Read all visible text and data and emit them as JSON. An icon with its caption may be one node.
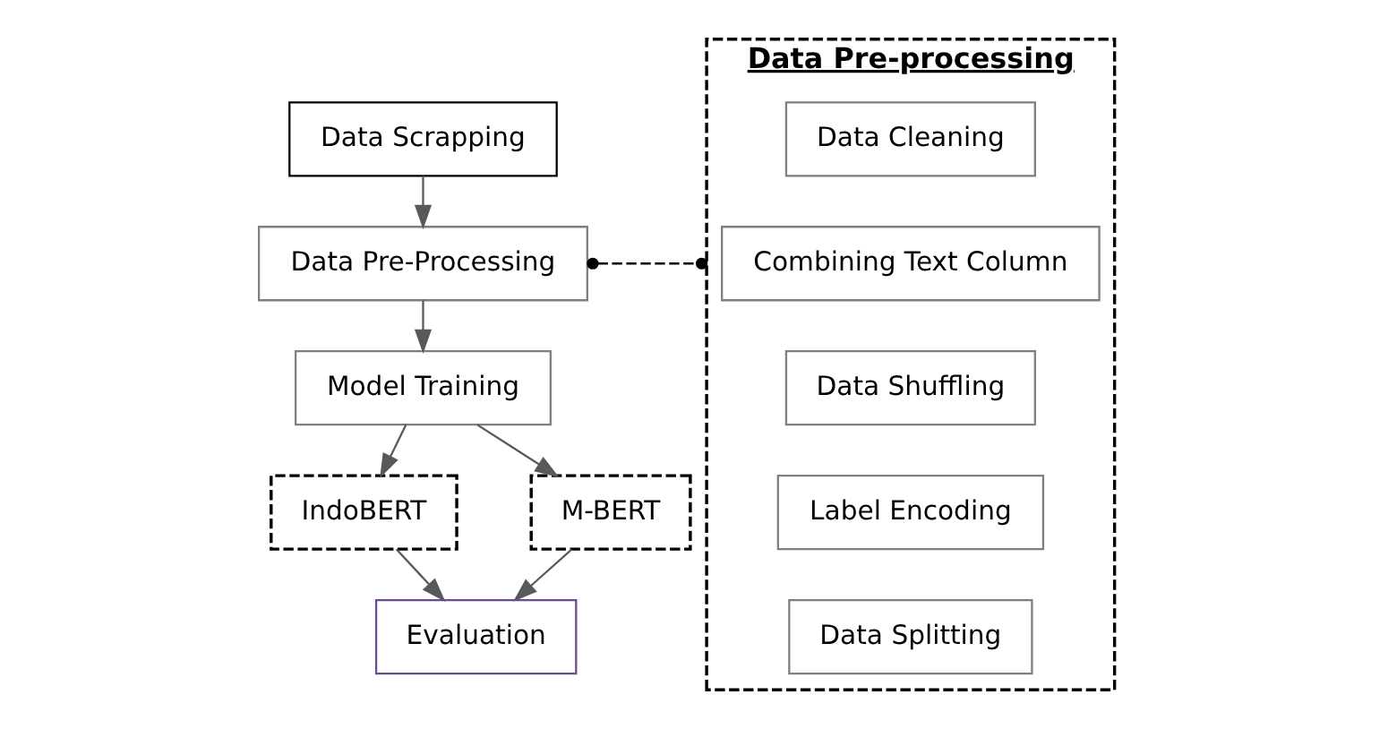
{
  "diagram": {
    "nodes": [
      {
        "text": [
          "Data Scrapping"
        ]
      },
      {
        "text": [
          "Data Pre-Processing"
        ]
      },
      {
        "text": [
          "Model Training"
        ]
      },
      {
        "text": [
          "IndoBERT"
        ]
      },
      {
        "text": [
          "M-BERT"
        ]
      },
      {
        "text": [
          "Evaluation"
        ]
      },
      {
        "text": [
          "Data Pre-processing"
        ]
      },
      {
        "text": [
          "Data Cleaning"
        ],
        "in": 6
      },
      {
        "text": [
          "Combining Text Column"
        ],
        "in": 6
      },
      {
        "text": [
          "Data Shuffling"
        ],
        "in": 6
      },
      {
        "text": [
          "Label Encoding"
        ],
        "in": 6
      },
      {
        "text": [
          "Data Splitting"
        ],
        "in": 6
      }
    ],
    "edges": [
      {
        "from": 0,
        "to": 1,
        "arrow": "to"
      },
      {
        "from": 1,
        "to": 2,
        "arrow": "to"
      },
      {
        "from": 2,
        "to": 3,
        "arrow": "to"
      },
      {
        "from": 2,
        "to": 4,
        "arrow": "to"
      },
      {
        "from": 3,
        "to": 5,
        "arrow": "to"
      },
      {
        "from": 4,
        "to": 5,
        "arrow": "to"
      },
      {
        "from": 1,
        "to": 6,
        "arrow": "other",
        "style": "dashed",
        "color": "#000000"
      }
    ]
  }
}
